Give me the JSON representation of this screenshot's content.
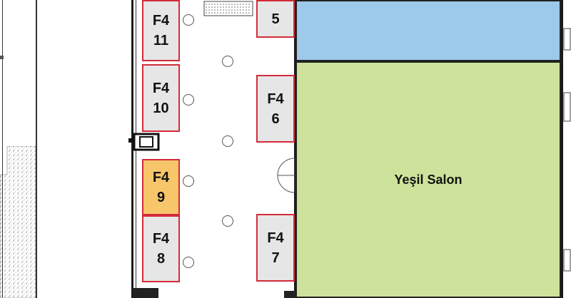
{
  "booths": [
    {
      "id": "f4-11",
      "line1": "F4",
      "line2": "11",
      "selected": false
    },
    {
      "id": "f4-10",
      "line1": "F4",
      "line2": "10",
      "selected": false
    },
    {
      "id": "f4-9",
      "line1": "F4",
      "line2": "9",
      "selected": true
    },
    {
      "id": "f4-8",
      "line1": "F4",
      "line2": "8",
      "selected": false
    },
    {
      "id": "f4-5",
      "line1": "",
      "line2": "5",
      "selected": false
    },
    {
      "id": "f4-6",
      "line1": "F4",
      "line2": "6",
      "selected": false
    },
    {
      "id": "f4-7",
      "line1": "F4",
      "line2": "7",
      "selected": false
    }
  ],
  "halls": {
    "green": {
      "name": "Yeşil Salon",
      "color": "#cde39b"
    },
    "blue": {
      "name": "",
      "color": "#9dc9ea"
    }
  },
  "colors": {
    "booth_border": "#d42a3a",
    "booth_fill": "#e6e6e6",
    "booth_selected_fill": "#f7c66b"
  }
}
